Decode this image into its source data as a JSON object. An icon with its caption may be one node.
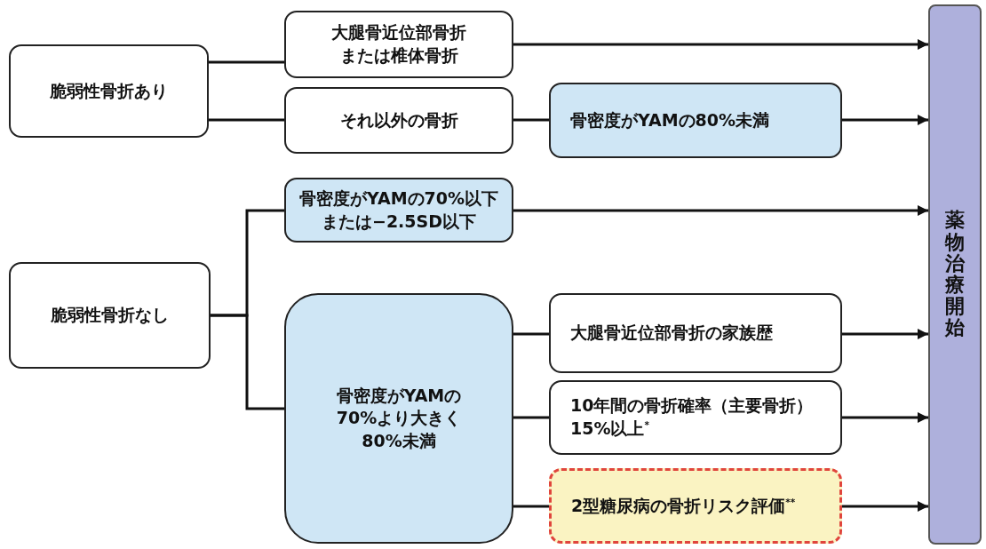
{
  "diagram": {
    "nodes": [
      {
        "text": [
          "脆弱性骨折あり"
        ]
      },
      {
        "text": [
          "大腿骨近位部骨折または椎体骨折"
        ]
      },
      {
        "text": [
          "それ以外の骨折"
        ]
      },
      {
        "text": [
          "骨密度がYAMの80%未満"
        ]
      },
      {
        "text": [
          "骨密度がYAMの70%以下または−2.5SD以下"
        ]
      },
      {
        "text": [
          "脆弱性骨折なし"
        ]
      },
      {
        "text": [
          "骨密度がYAMの70%より大きく80%未満"
        ]
      },
      {
        "text": [
          "大腿骨近位部骨折の家族歴"
        ]
      },
      {
        "text": [
          "10年間の骨折確率（主要骨折）15%以上$^{*}$"
        ]
      },
      {
        "text": [
          "2型糖尿病の骨折リスク評価$^{**}$"
        ]
      },
      {
        "text": [
          "薬物治療開始"
        ]
      }
    ],
    "edges": [
      {
        "from": 0,
        "to": 1,
        "arrow": "none"
      },
      {
        "from": 0,
        "to": 2,
        "arrow": "none"
      },
      {
        "from": 1,
        "to": 10,
        "arrow": "to"
      },
      {
        "from": 2,
        "to": 3,
        "arrow": "none"
      },
      {
        "from": 3,
        "to": 10,
        "arrow": "to"
      },
      {
        "from": 5,
        "to": 4,
        "arrow": "none"
      },
      {
        "from": 5,
        "to": 6,
        "arrow": "none"
      },
      {
        "from": 4,
        "to": 10,
        "arrow": "to"
      },
      {
        "from": 6,
        "to": 7,
        "arrow": "none"
      },
      {
        "from": 6,
        "to": 8,
        "arrow": "none"
      },
      {
        "from": 6,
        "to": 9,
        "arrow": "none"
      },
      {
        "from": 7,
        "to": 10,
        "arrow": "to"
      },
      {
        "from": 8,
        "to": 10,
        "arrow": "to"
      },
      {
        "from": 9,
        "to": 10,
        "arrow": "to"
      }
    ]
  }
}
